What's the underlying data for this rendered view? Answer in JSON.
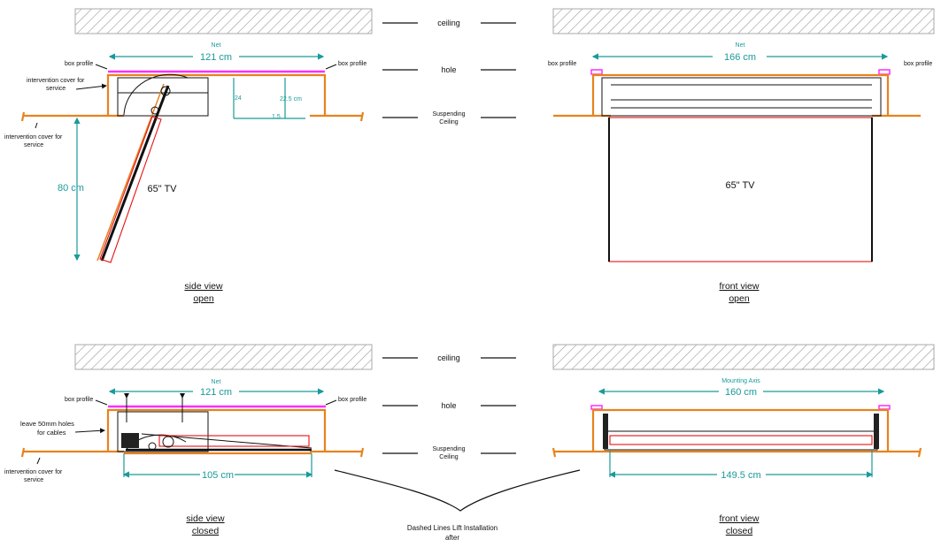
{
  "center_labels": {
    "ceiling_top": "ceiling",
    "hole_top": "hole",
    "susp_top_1": "Suspending",
    "susp_top_2": "Ceiling",
    "ceiling_bottom": "ceiling",
    "hole_bottom": "hole",
    "susp_bottom_1": "Suspending",
    "susp_bottom_2": "Ceiling",
    "dashed_1": "Dashed Lines Lift Installation",
    "dashed_2": "after"
  },
  "side_open": {
    "net": "Net",
    "width": "121 cm",
    "box_profile_left": "box profile",
    "box_profile_right": "box profile",
    "cover_top_1": "intervention cover for",
    "cover_top_2": "service",
    "cover_bottom_1": "intervention cover for",
    "cover_bottom_2": "service",
    "height": "80 cm",
    "dim_24": "24",
    "dim_22_5": "22.5 cm",
    "dim_1_5": "1.5",
    "tv": "65\" TV",
    "title_1": "side view",
    "title_2": "open"
  },
  "front_open": {
    "net": "Net",
    "width": "166 cm",
    "box_profile_left": "box profile",
    "box_profile_right": "box profile",
    "tv": "65\" TV",
    "title_1": "front view",
    "title_2": "open"
  },
  "side_closed": {
    "net": "Net",
    "width": "121 cm",
    "box_profile_left": "box profile",
    "box_profile_right": "box profile",
    "holes_1": "leave 50mm holes",
    "holes_2": "for cables",
    "cover_1": "intervention cover for",
    "cover_2": "service",
    "bottom_width": "105 cm",
    "title_1": "side view",
    "title_2": "closed"
  },
  "front_closed": {
    "axis": "Mounting Axis",
    "width": "160 cm",
    "bottom_width": "149.5 cm",
    "title_1": "front view",
    "title_2": "closed"
  }
}
